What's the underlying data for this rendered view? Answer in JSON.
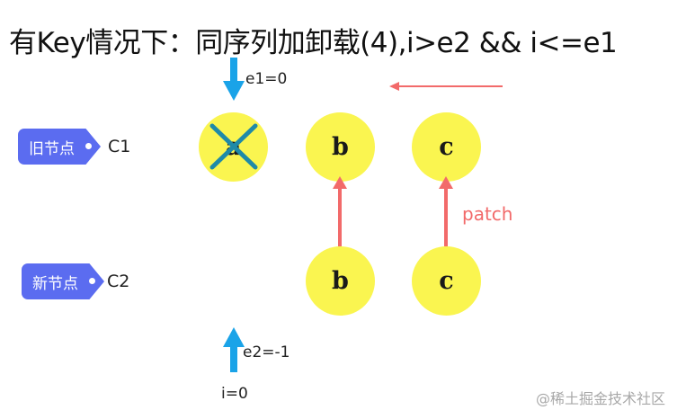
{
  "title": "有Key情况下：同序列加卸载(4),i>e2 && i<=e1",
  "old_tag": {
    "label": "旧节点",
    "ref": "C1"
  },
  "new_tag": {
    "label": "新节点",
    "ref": "C2"
  },
  "old_nodes": [
    "a",
    "b",
    "c"
  ],
  "new_nodes": [
    "b",
    "c"
  ],
  "pointers": {
    "e1": "e1=0",
    "e2": "e2=-1",
    "i": "i=0"
  },
  "patch_label": "patch",
  "watermark": "@稀土掘金技术社区",
  "colors": {
    "tag": "#5b6cf0",
    "node": "#faf550",
    "pointer_arrow": "#1aa3e8",
    "patch_arrow": "#f26a6a",
    "remove_cross": "#1f8aa8"
  }
}
